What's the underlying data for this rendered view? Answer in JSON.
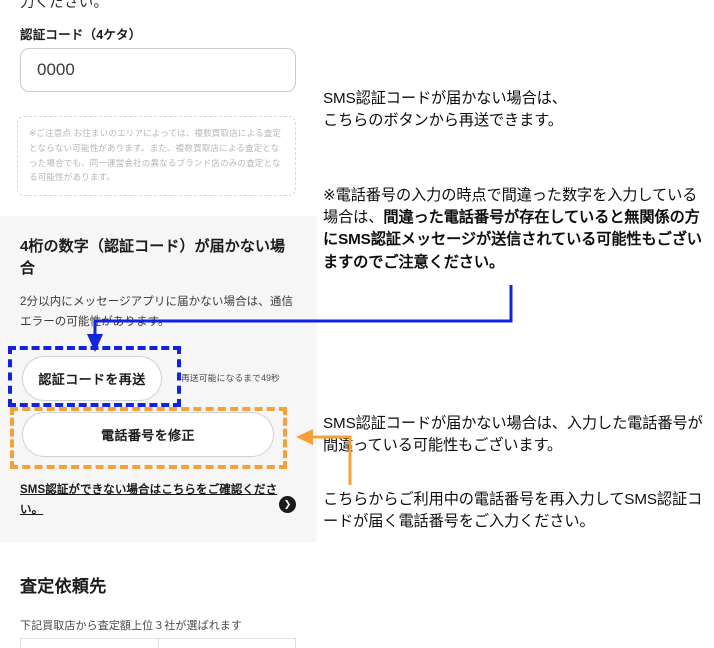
{
  "phone_screen": {
    "cut_off_text": "力ください。",
    "code_field": {
      "label": "認証コード（4ケタ）",
      "value": "0000",
      "placeholder": "0000"
    },
    "notice_box": "※ご注意点 お住まいのエリアによっては、複数買取店による査定とならない可能性があります。また、複数買取店による査定となった場合でも、同一運営会社の異なるブランド店のみの査定となる可能性があります。",
    "help_section": {
      "title": "4桁の数字（認証コード）が届かない場合",
      "description": "2分以内にメッセージアプリに届かない場合は、通信エラーの可能性があります。",
      "resend_button_label": "認証コードを再送",
      "resend_timer": "再送可能になるまで49秒",
      "edit_phone_button_label": "電話番号を修正",
      "help_link": "SMS認証ができない場合はこちらをご確認ください。",
      "chevron_icon": "chevron-right-icon"
    },
    "assessment_section": {
      "title": "査定依頼先",
      "subtitle": "下記買取店から査定額上位３社が選ばれます"
    }
  },
  "annotations": {
    "note_resend": "SMS認証コードが届かない場合は、\nこちらのボタンから再送できます。",
    "note_warning_plain": "※電話番号の入力の時点で間違った数字を入力している場合は、",
    "note_warning_bold": "間違った電話番号が存在していると無関係の方にSMS認証メッセージが送信されている可能性もございますのでご注意ください。",
    "note_wrong_number": "SMS認証コードが届かない場合は、入力した電話番号が間違っている可能性もございます。",
    "note_reenter": "こちらからご利用中の電話番号を再入力してSMS認証コードが届く電話番号をご入力ください。",
    "blue_color": "#1322dd",
    "orange_color": "#f5a03a"
  }
}
